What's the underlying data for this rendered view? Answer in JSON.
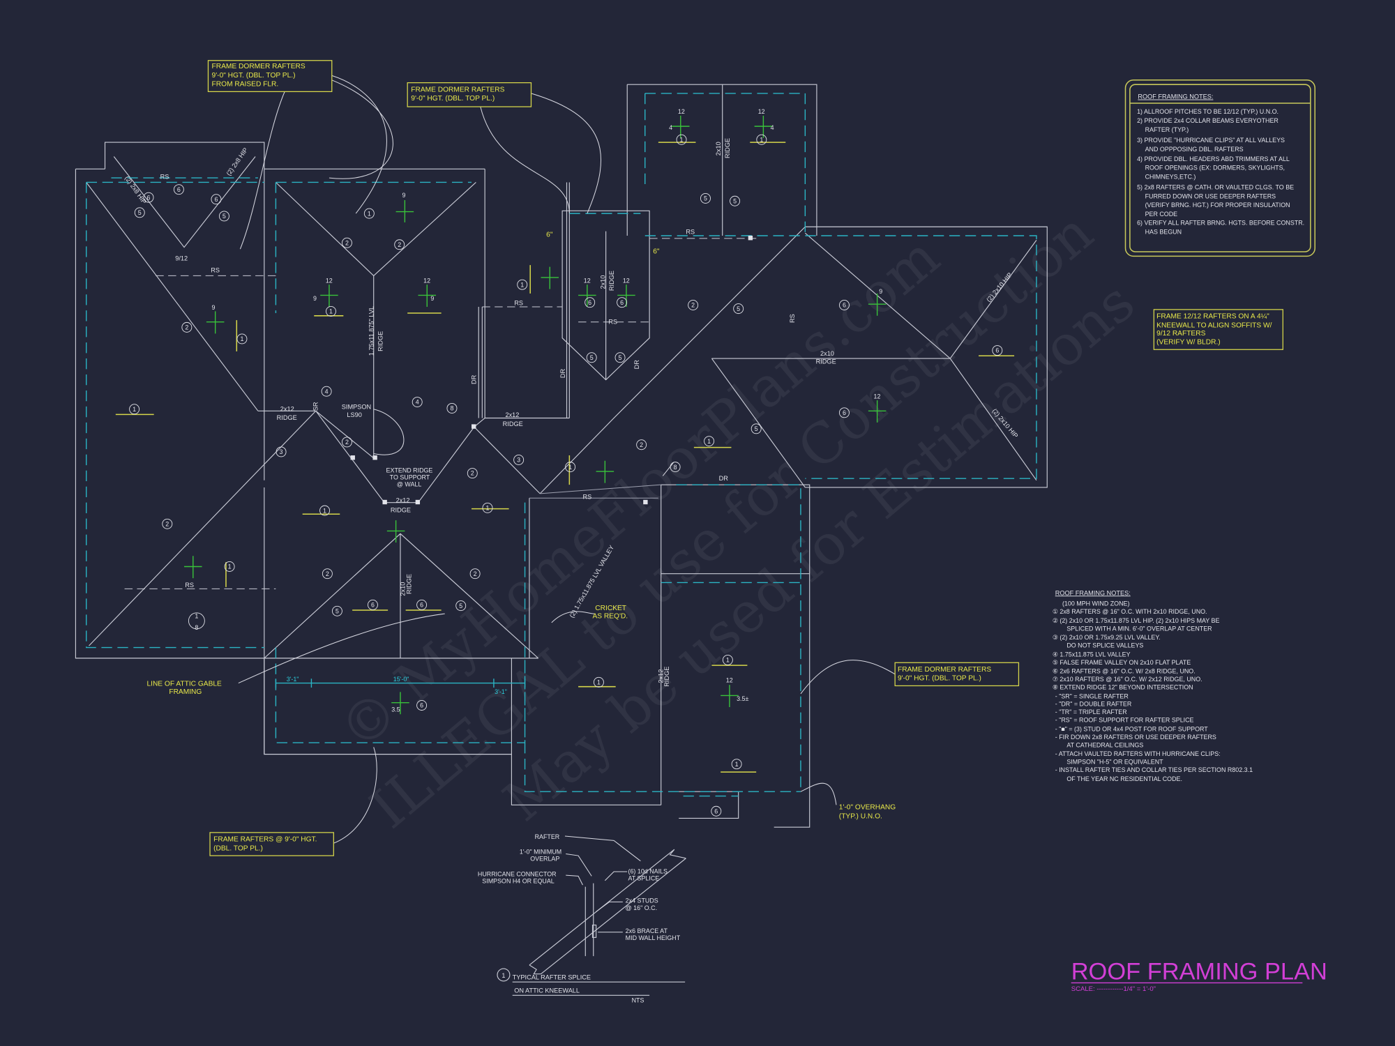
{
  "watermark": {
    "line1": "© MyHomeFloorPlans.com",
    "line2": "ILLEGAL to use for Construction",
    "line3": "May be used for Estimations"
  },
  "top_notes": {
    "title": "ROOF FRAMING NOTES:",
    "lines": [
      "1) ALLROOF PITCHES TO BE  12/12 (TYP.) U.N.O.",
      "2) PROVIDE 2x4 COLLAR BEAMS EVERYOTHER",
      "RAFTER (TYP.)",
      "3) PROVIDE \"HURRICANE CLIPS\" AT ALL VALLEYS",
      "AND OPPPOSING DBL. RAFTERS",
      "4) PROVIDE DBL. HEADERS ABD TRIMMERS AT ALL",
      "ROOF OPENINGS (EX: DORMERS, SKYLIGHTS,",
      "CHIMNEYS,ETC.)",
      "5) 2x8 RAFTERS @ CATH. OR VAULTED CLGS. TO BE",
      "FURRED DOWN OR USE DEEPER RAFTERS",
      "(VERIFY BRNG. HGT.) FOR PROPER INSULATION",
      "PER CODE",
      "6) VERIFY ALL RAFTER BRNG. HGTS. BEFORE CONSTR.",
      "HAS BEGUN"
    ]
  },
  "bottom_notes": {
    "title": "ROOF FRAMING NOTES:",
    "lines": [
      "(100 MPH WIND ZONE)",
      "① 2x8 RAFTERS @ 16\" O.C. WITH 2x10 RIDGE, UNO.",
      "② (2) 2x10 OR 1.75x11.875 LVL HIP. (2) 2x10 HIPS MAY BE",
      "SPLICED WITH A MIN. 6'-0\" OVERLAP AT CENTER",
      "③ (2) 2x10 OR 1.75x9.25 LVL VALLEY.",
      "DO NOT SPLICE VALLEYS",
      "④ 1.75x11.875 LVL VALLEY",
      "⑤ FALSE FRAME VALLEY ON 2x10 FLAT PLATE",
      "⑥ 2x6 RAFTERS @ 16\" O.C. W/ 2x8 RIDGE, UNO.",
      "⑦ 2x10 RAFTERS @ 16\" O.C. W/ 2x12 RIDGE, UNO.",
      "⑧ EXTEND RIDGE 12\" BEYOND INTERSECTION",
      "-  \"SR\" = SINGLE RAFTER",
      "-  \"DR\" = DOUBLE RAFTER",
      "-  \"TR\" = TRIPLE RAFTER",
      "-  \"RS\" = ROOF SUPPORT FOR RAFTER SPLICE",
      "-  \"■\" = (3) STUD OR 4x4 POST FOR ROOF SUPPORT",
      "-  FIR DOWN 2x8 RAFTERS OR USE DEEPER RAFTERS",
      "AT CATHEDRAL CEILINGS",
      "-  ATTACH VAULTED RAFTERS WITH HURRICANE CLIPS:",
      "SIMPSON \"H-5\" OR EQUIVALENT",
      "-  INSTALL RAFTER TIES AND COLLAR TIES PER SECTION R802.3.1",
      "OF THE YEAR NC RESIDENTIAL CODE."
    ]
  },
  "title_block": {
    "title": "ROOF FRAMING PLAN",
    "scale": "SCALE: ------------1/4\" = 1'-0\""
  },
  "callouts": {
    "dormer_left": [
      "FRAME DORMER RAFTERS",
      "9'-0\" HGT. (DBL. TOP PL.)",
      "FROM RAISED FLR."
    ],
    "dormer_center": [
      "FRAME DORMER RAFTERS",
      "9'-0\" HGT. (DBL. TOP PL.)"
    ],
    "kneewall": [
      "FRAME 12/12 RAFTERS ON A 4¼\"",
      "KNEEWALL TO ALIGN SOFFITS W/",
      "9/12 RAFTERS",
      "(VERIFY W/ BLDR.)"
    ],
    "dormer_right": [
      "FRAME DORMER RAFTERS",
      "9'-0\" HGT. (DBL. TOP PL.)"
    ],
    "rafters_bottom": [
      "FRAME RAFTERS @ 9'-0\" HGT.",
      "(DBL. TOP PL.)"
    ],
    "attic_gable": [
      "LINE OF ATTIC GABLE",
      "FRAMING"
    ],
    "cricket": [
      "CRICKET",
      "AS REQ'D."
    ],
    "overhang": [
      "1'-0\" OVERHANG",
      "(TYP.) U.N.O."
    ]
  },
  "plan_labels": {
    "rs": "RS",
    "ridge": "RIDGE",
    "x2x12": "2x12",
    "x2x10": "2x10",
    "dr": "DR",
    "sr": "SR",
    "lvl_ridge": "1.75x11.875\" LVL",
    "lvl_valley": "(2) 1.75x11.875 LVL VALLEY",
    "hip_2x8": "(2) 2x8 HIP",
    "hip_2x10": "(2) 2x10 HIP",
    "simpson": [
      "SIMPSON",
      "LS90"
    ],
    "extend_ridge": [
      "EXTEND RIDGE",
      "TO SUPPORT",
      "@ WALL"
    ],
    "pitch_12": "12",
    "pitch_9": "9",
    "pitch_4": "4",
    "pitch_35": "3.5",
    "pitch_35b": "3.5±",
    "dim_left": "3'-1\"",
    "dim_center": "15'-0\"",
    "dim_right": "3'-1\"",
    "six_in": "6\"",
    "note_9122": "9/12"
  },
  "tags": [
    "1",
    "2",
    "3",
    "4",
    "5",
    "6",
    "8"
  ],
  "detail": {
    "rafter": "RAFTER",
    "overlap": [
      "1'-0\" MINIMUM",
      "OVERLAP"
    ],
    "connector": [
      "HURRICANE CONNECTOR",
      "SIMPSON H4 OR EQUAL"
    ],
    "nails": [
      "(6) 10d NAILS",
      "AT SPLICE"
    ],
    "studs": [
      "2x4 STUDS",
      "@ 16\" O.C."
    ],
    "brace": [
      "2x6 BRACE AT",
      "MID WALL HEIGHT"
    ],
    "title_num": "1",
    "title": [
      "TYPICAL RAFTER SPLICE",
      "ON ATTIC KNEEWALL"
    ],
    "nts": "NTS"
  },
  "colors": {
    "background": "#232638",
    "lines": "#c9cbd6",
    "overhang_dashed": "#2bb4c4",
    "annotation_yellow": "#e8e84a",
    "pitch_green": "#39c23a",
    "title_magenta": "#d23fd6"
  }
}
